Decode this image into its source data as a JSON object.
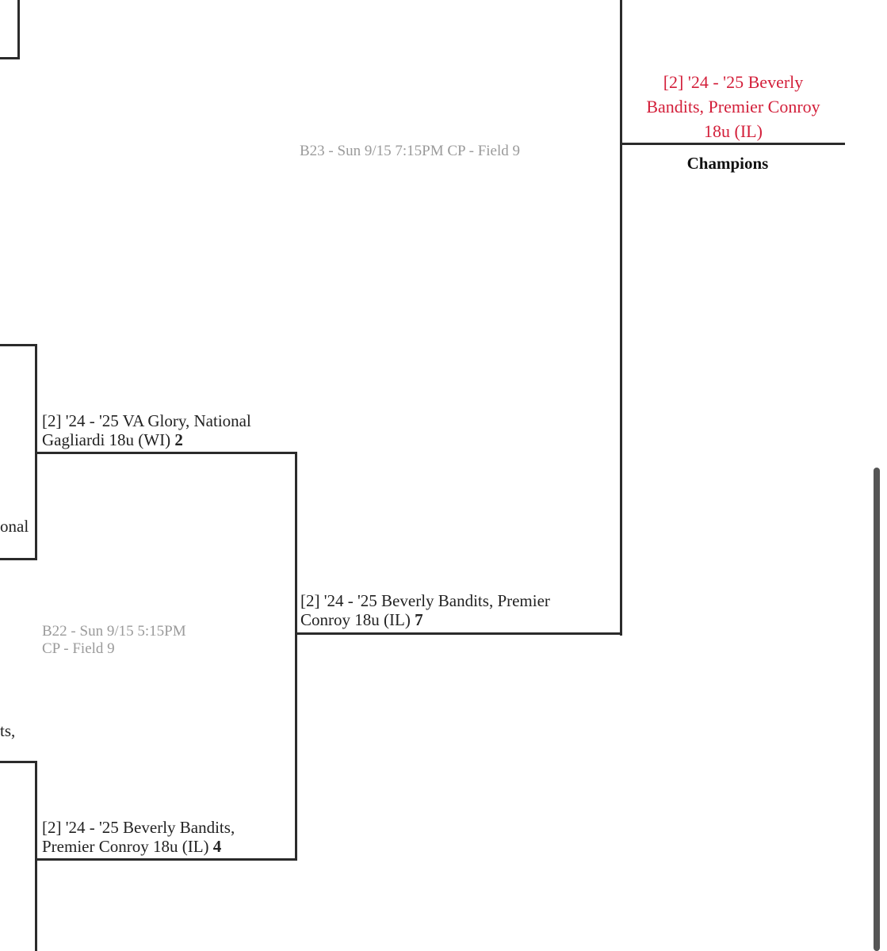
{
  "accent_color": "#d31f3a",
  "matches": {
    "b23": {
      "label": "B23 - Sun 9/15 7:15PM CP - Field 9"
    },
    "b22": {
      "label_line1": "B22 - Sun 9/15 5:15PM",
      "label_line2": "CP - Field 9"
    }
  },
  "teams": {
    "va_glory": {
      "line1": "[2] '24 - '25 VA Glory, National",
      "line2": "Gagliardi 18u (WI)",
      "score": "2"
    },
    "beverly_r2": {
      "line1": "[2] '24 - '25 Beverly Bandits, Premier",
      "line2": "Conroy 18u (IL)",
      "score": "7"
    },
    "beverly_r1": {
      "line1": "[2] '24 - '25 Beverly Bandits,",
      "line2": "Premier Conroy 18u (IL)",
      "score": "4"
    }
  },
  "partial_texts": {
    "onal": "onal",
    "ts": "ts,"
  },
  "champion": {
    "line1": "[2] '24 - '25 Beverly",
    "line2": "Bandits, Premier Conroy",
    "line3": "18u (IL)",
    "label": "Champions"
  }
}
